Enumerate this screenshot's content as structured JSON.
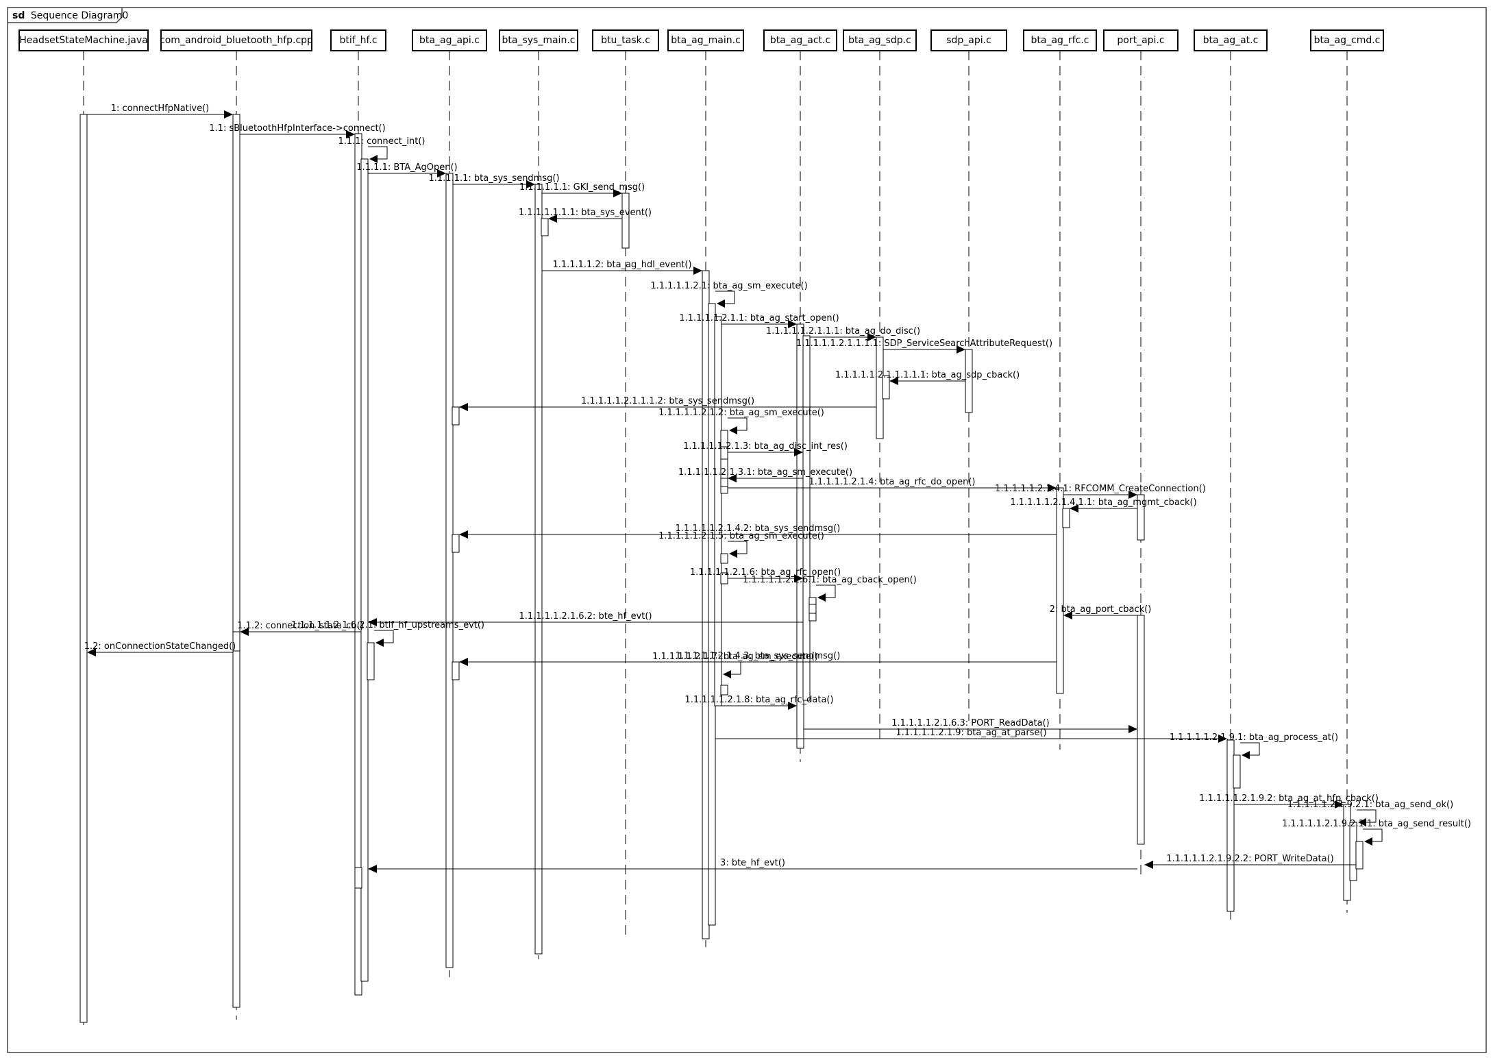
{
  "frame": {
    "keyword": "sd",
    "title": "Sequence Diagram0"
  },
  "lifelines": [
    "HeadsetStateMachine.java",
    "com_android_bluetooth_hfp.cpp",
    "btif_hf.c",
    "bta_ag_api.c",
    "bta_sys_main.c",
    "btu_task.c",
    "bta_ag_main.c",
    "bta_ag_act.c",
    "bta_ag_sdp.c",
    "sdp_api.c",
    "bta_ag_rfc.c",
    "port_api.c",
    "bta_ag_at.c",
    "bta_ag_cmd.c"
  ],
  "messages": [
    {
      "from": 0,
      "to": 1,
      "label": "1: connectHfpNative()"
    },
    {
      "from": 1,
      "to": 2,
      "label": "1.1: sBluetoothHfpInterface->connect()"
    },
    {
      "from": 2,
      "to": 2,
      "label": "1.1.1: connect_int()"
    },
    {
      "from": 2,
      "to": 3,
      "label": "1.1.1.1: BTA_AgOpen()"
    },
    {
      "from": 3,
      "to": 4,
      "label": "1.1.1.1.1: bta_sys_sendmsg()"
    },
    {
      "from": 4,
      "to": 5,
      "label": "1.1.1.1.1.1: GKI_send_msg()"
    },
    {
      "from": 5,
      "to": 4,
      "label": "1.1.1.1.1.1.1: bta_sys_event()"
    },
    {
      "from": 4,
      "to": 6,
      "label": "1.1.1.1.1.2: bta_ag_hdl_event()"
    },
    {
      "from": 6,
      "to": 6,
      "label": "1.1.1.1.1.2.1: bta_ag_sm_execute()"
    },
    {
      "from": 6,
      "to": 7,
      "label": "1.1.1.1.1.2.1.1: bta_ag_start_open()"
    },
    {
      "from": 7,
      "to": 8,
      "label": "1.1.1.1.1.2.1.1.1: bta_ag_do_disc()"
    },
    {
      "from": 8,
      "to": 9,
      "label": "1.1.1.1.1.2.1.1.1.1: SDP_ServiceSearchAttributeRequest()"
    },
    {
      "from": 9,
      "to": 8,
      "label": "1.1.1.1.1.2.1.1.1.1.1: bta_ag_sdp_cback()"
    },
    {
      "from": 8,
      "to": 3,
      "label": "1.1.1.1.1.2.1.1.1.2: bta_sys_sendmsg()"
    },
    {
      "from": 6,
      "to": 6,
      "label": "1.1.1.1.1.2.1.2: bta_ag_sm_execute()"
    },
    {
      "from": 6,
      "to": 7,
      "label": "1.1.1.1.1.2.1.3: bta_ag_disc_int_res()"
    },
    {
      "from": 7,
      "to": 6,
      "label": "1.1.1.1.1.2.1.3.1: bta_ag_sm_execute()"
    },
    {
      "from": 6,
      "to": 10,
      "label": "1.1.1.1.1.2.1.4: bta_ag_rfc_do_open()"
    },
    {
      "from": 10,
      "to": 11,
      "label": "1.1.1.1.1.2.1.4.1: RFCOMM_CreateConnection()"
    },
    {
      "from": 11,
      "to": 10,
      "label": "1.1.1.1.1.2.1.4.1.1: bta_ag_mgmt_cback()"
    },
    {
      "from": 10,
      "to": 3,
      "label": "1.1.1.1.1.2.1.4.2: bta_sys_sendmsg()"
    },
    {
      "from": 6,
      "to": 6,
      "label": "1.1.1.1.1.2.1.5: bta_ag_sm_execute()"
    },
    {
      "from": 6,
      "to": 7,
      "label": "1.1.1.1.1.2.1.6: bta_ag_rfc_open()"
    },
    {
      "from": 7,
      "to": 7,
      "label": "1.1.1.1.1.2.1.6.1: bta_ag_cback_open()"
    },
    {
      "from": 11,
      "to": 10,
      "label": "2: bta_ag_port_cback()"
    },
    {
      "from": 7,
      "to": 2,
      "label": "1.1.1.1.1.2.1.6.2: bte_hf_evt()"
    },
    {
      "from": 2,
      "to": 1,
      "label": "1.1.2: connection_state_cb()"
    },
    {
      "from": 2,
      "to": 2,
      "label": "1.1.1.1.1.2.1.6.2.1: btif_hf_upstreams_evt()"
    },
    {
      "from": 1,
      "to": 0,
      "label": "1.2: onConnectionStateChanged()"
    },
    {
      "from": 10,
      "to": 3,
      "label": "1.1.1.1.1.2.1.4.3: bta_sys_sendmsg()"
    },
    {
      "from": 6,
      "to": 6,
      "label": "1.1.1.1.1.2.1.7: bta_ag_sm_execute()"
    },
    {
      "from": 6,
      "to": 7,
      "label": "1.1.1.1.1.2.1.8: bta_ag_rfc_data()"
    },
    {
      "from": 7,
      "to": 11,
      "label": "1.1.1.1.1.2.1.6.3: PORT_ReadData()"
    },
    {
      "from": 6,
      "to": 12,
      "label": "1.1.1.1.1.2.1.9: bta_ag_at_parse()"
    },
    {
      "from": 12,
      "to": 12,
      "label": "1.1.1.1.1.2.1.9.1: bta_ag_process_at()"
    },
    {
      "from": 12,
      "to": 13,
      "label": "1.1.1.1.1.2.1.9.2: bta_ag_at_hfp_cback()"
    },
    {
      "from": 13,
      "to": 13,
      "label": "1.1.1.1.1.2.1.9.2.1: bta_ag_send_ok()"
    },
    {
      "from": 13,
      "to": 13,
      "label": "1.1.1.1.1.2.1.9.2.1.1: bta_ag_send_result()"
    },
    {
      "from": 13,
      "to": 11,
      "label": "1.1.1.1.1.2.1.9.2.2: PORT_WriteData()"
    },
    {
      "from": 11,
      "to": 2,
      "label": "3: bte_hf_evt()"
    }
  ]
}
